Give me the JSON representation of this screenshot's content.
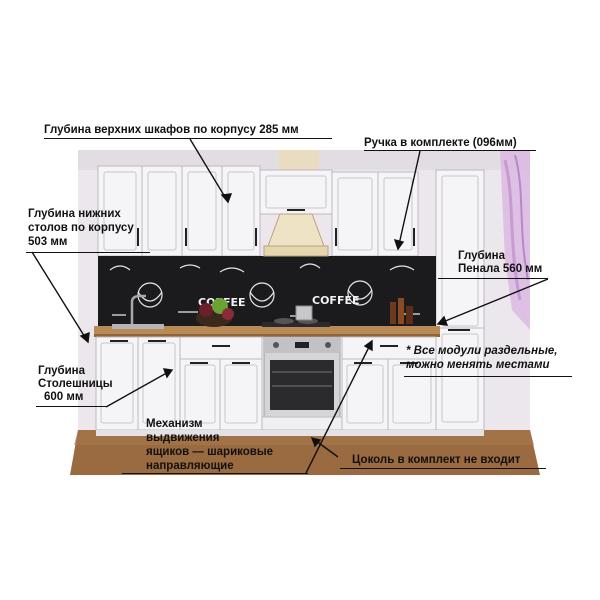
{
  "annotations": {
    "upper_depth": "Глубина верхних шкафов по корпусу 285 мм",
    "handle": "Ручка в комплекте (096мм)",
    "lower_depth_1": "Глубина нижних",
    "lower_depth_2": "столов по корпусу",
    "lower_depth_3": "503 мм",
    "tall_depth_1": "Глубина",
    "tall_depth_2": "Пенала 560 мм",
    "modules_1": "* Все модули раздельные,",
    "modules_2": "можно менять местами",
    "countertop_1": "Глубина",
    "countertop_2": "Столешницы",
    "countertop_3": "600 мм",
    "drawers_1": "Механизм",
    "drawers_2": "выдвижения",
    "drawers_3": "ящиков — шариковые",
    "drawers_4": "направляющие",
    "plinth": "Цоколь в комплект не входит"
  },
  "backsplash": {
    "coffee_word": "COFFEE"
  },
  "colors": {
    "cabinet": "#f4f3f5",
    "frame_line": "#c9c7cc",
    "wall": "#ece8ec",
    "countertop": "#b98a55",
    "floor": "#9a6a40",
    "backsplash": "#1b1b1d",
    "curtain": "#d9b3e0"
  }
}
